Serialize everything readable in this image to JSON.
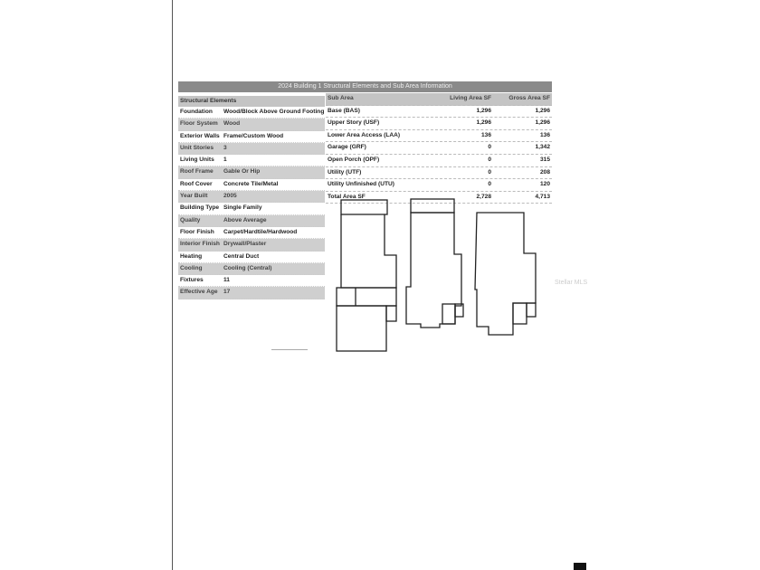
{
  "title": "2024 Building 1 Structural Elements and Sub Area Information",
  "structural_elements": {
    "header": "Structural Elements",
    "rows": [
      {
        "label": "Foundation",
        "value": "Wood/Block Above Ground Footing"
      },
      {
        "label": "Floor System",
        "value": "Wood"
      },
      {
        "label": "Exterior Walls",
        "value": "Frame/Custom Wood"
      },
      {
        "label": "Unit Stories",
        "value": "3"
      },
      {
        "label": "Living Units",
        "value": "1"
      },
      {
        "label": "Roof Frame",
        "value": "Gable Or Hip"
      },
      {
        "label": "Roof Cover",
        "value": "Concrete Tile/Metal"
      },
      {
        "label": "Year Built",
        "value": "2005"
      },
      {
        "label": "Building Type",
        "value": "Single Family"
      },
      {
        "label": "Quality",
        "value": "Above Average"
      },
      {
        "label": "Floor Finish",
        "value": "Carpet/Hardtile/Hardwood"
      },
      {
        "label": "Interior Finish",
        "value": "Drywall/Plaster"
      },
      {
        "label": "Heating",
        "value": "Central Duct"
      },
      {
        "label": "Cooling",
        "value": "Cooling (Central)"
      },
      {
        "label": "Fixtures",
        "value": "11"
      },
      {
        "label": "Effective Age",
        "value": "17"
      }
    ]
  },
  "sub_area": {
    "headers": [
      "Sub Area",
      "Living Area SF",
      "Gross Area SF"
    ],
    "rows": [
      {
        "name": "Base (BAS)",
        "living": "1,296",
        "gross": "1,296"
      },
      {
        "name": "Upper Story (USF)",
        "living": "1,296",
        "gross": "1,296"
      },
      {
        "name": "Lower Area Access (LAA)",
        "living": "136",
        "gross": "136"
      },
      {
        "name": "Garage (GRF)",
        "living": "0",
        "gross": "1,342"
      },
      {
        "name": "Open Porch (OPF)",
        "living": "0",
        "gross": "315"
      },
      {
        "name": "Utility (UTF)",
        "living": "0",
        "gross": "208"
      },
      {
        "name": "Utility Unfinished (UTU)",
        "living": "0",
        "gross": "120"
      },
      {
        "name": "Total Area SF",
        "living": "2,728",
        "gross": "4,713"
      }
    ]
  },
  "watermark": "Stellar MLS"
}
